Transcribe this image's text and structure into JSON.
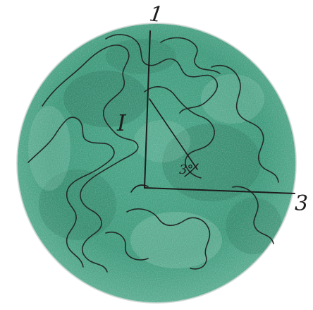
{
  "figure": {
    "axis_labels": {
      "axis_1": "1",
      "axis_3": "3"
    },
    "region_label": "I",
    "angle_label": "3°",
    "colors": {
      "disc_fill": "#3f9a7c",
      "disc_dark": "#2f7a62",
      "disc_light": "#8cc8b2",
      "outline": "#232b28",
      "lines": "#1c1c1c",
      "background": "#ffffff"
    }
  }
}
